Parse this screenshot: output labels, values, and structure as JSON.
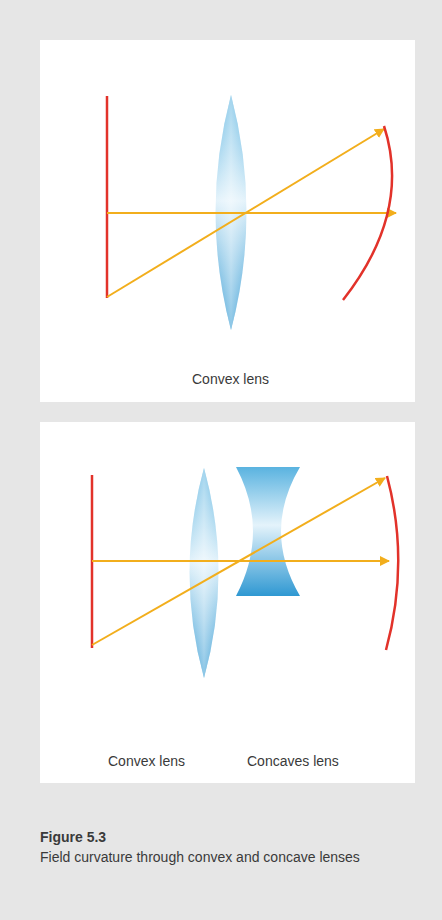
{
  "diagram": {
    "title": "Figure 5.3",
    "caption": "Field curvature through convex and concave lenses",
    "labels": [
      "Convex lens",
      "Convex lens",
      "Concaves lens"
    ]
  }
}
